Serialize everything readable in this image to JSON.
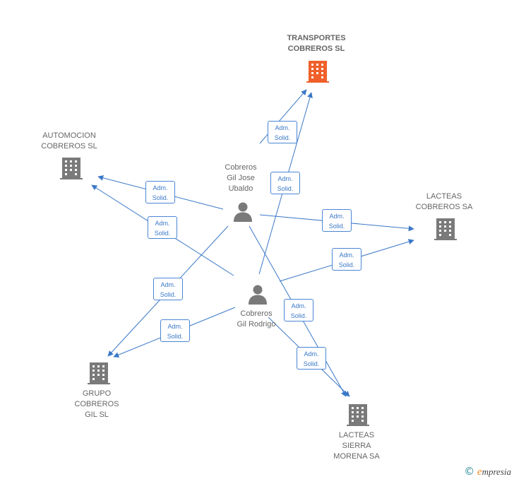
{
  "colors": {
    "edge": "#3a78c8",
    "building": "#7a7a7a",
    "building_highlight": "#f0602a",
    "person": "#7a7a7a",
    "label": "#666666"
  },
  "nodes": {
    "transportes": {
      "label": "TRANSPORTES\nCOBREROS SL",
      "icon": "building-icon"
    },
    "automocion": {
      "label": "AUTOMOCION\nCOBREROS  SL",
      "icon": "building-icon"
    },
    "lacteas_cobreros": {
      "label": "LACTEAS\nCOBREROS SA",
      "icon": "building-icon"
    },
    "grupo": {
      "label": "GRUPO\nCOBREROS\nGIL SL",
      "icon": "building-icon"
    },
    "lacteas_sierra": {
      "label": "LACTEAS\nSIERRA\nMORENA SA",
      "icon": "building-icon"
    },
    "jose": {
      "label": "Cobreros\nGil Jose\nUbaldo",
      "icon": "person-icon"
    },
    "rodrigo": {
      "label": "Cobreros\nGil Rodrigo",
      "icon": "person-icon"
    }
  },
  "edge_labels": [
    {
      "line1": "Adm.",
      "line2": "Solid."
    },
    {
      "line1": "Adm.",
      "line2": "Solid."
    },
    {
      "line1": "Adm.",
      "line2": "Solid."
    },
    {
      "line1": "Adm.",
      "line2": "Solid."
    },
    {
      "line1": "Adm.",
      "line2": "Solid."
    },
    {
      "line1": "Adm.",
      "line2": "Solid."
    },
    {
      "line1": "Adm.",
      "line2": "Solid."
    },
    {
      "line1": "Adm.",
      "line2": "Solid."
    },
    {
      "line1": "Adm.",
      "line2": "Solid."
    },
    {
      "line1": "Adm.",
      "line2": "Solid."
    }
  ],
  "watermark": {
    "copyright": "©",
    "brand_initial": "e",
    "brand_rest": "mpresia"
  }
}
